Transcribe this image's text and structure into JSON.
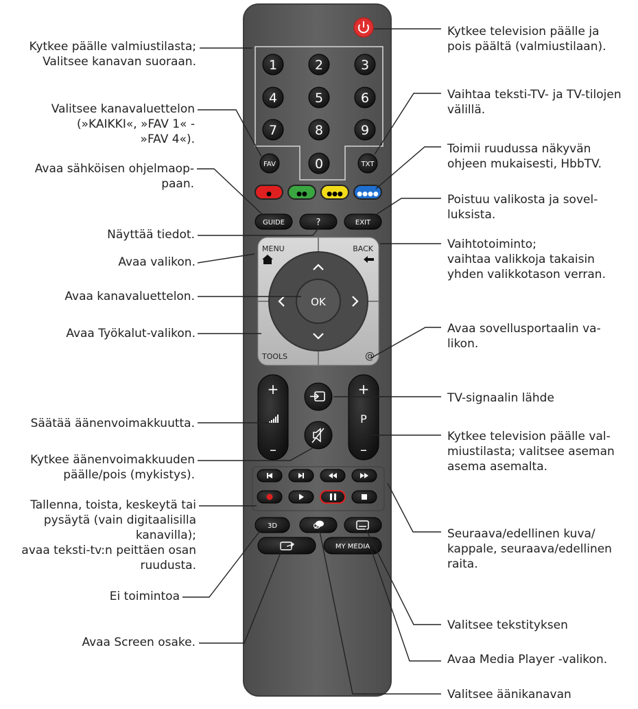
{
  "buttons": {
    "power": "⏻",
    "num1": "1",
    "num2": "2",
    "num3": "3",
    "num4": "4",
    "num5": "5",
    "num6": "6",
    "num7": "7",
    "num8": "8",
    "num9": "9",
    "num0": "0",
    "fav": "FAV",
    "txt": "TXT",
    "red": "●",
    "green": "●●",
    "yellow": "●●●",
    "blue": "●●●●",
    "guide": "GUIDE",
    "info": "?",
    "exit": "EXIT",
    "menu": "MENU",
    "back": "BACK",
    "tools": "TOOLS",
    "at": "@",
    "ok": "OK",
    "vol_plus": "+",
    "vol_minus": "–",
    "p_plus": "+",
    "p_label": "P",
    "p_minus": "–",
    "three_d": "3D",
    "my_media": "MY MEDIA"
  },
  "labels": {
    "standby_numbers": "Kytkee päälle valmiustilasta;\nValitsee kanavan suoraan.",
    "fav_list": "Valitsee kanavaluettelon\n(»KAIKKI«, »FAV 1« -\n»FAV 4«).",
    "epg": "Avaa sähköisen ohjelmaop-\npaan.",
    "info": "Näyttää tiedot.",
    "menu": "Avaa valikon.",
    "ok": "Avaa kanavaluettelon.",
    "tools": "Avaa Työkalut-valikon.",
    "volume": "Säätää äänenvoimakkuutta.",
    "mute": "Kytkee äänenvoimakkuuden\npäälle/pois (mykistys).",
    "record": "Tallenna, toista, keskeytä tai\npysäytä (vain digitaalisilla\nkanavilla);\navaa teksti-tv:n peittäen osan\nruudusta.",
    "no_function": "Ei toimintoa",
    "screen_share": "Avaa Screen osake.",
    "power": "Kytkee television päälle ja\npois päältä (valmiustilaan).",
    "txt": "Vaihtaa teksti-TV- ja TV-tilojen\nvälillä.",
    "colors": "Toimii ruudussa näkyvän\nohjeen mukaisesti, HbbTV.",
    "exit": "Poistuu valikosta ja sovel-\nluksista.",
    "back": "Vaihtotoiminto;\nvaihtaa valikkoja takaisin\nyhden valikkotason verran.",
    "portal": "Avaa sovellusportaalin va-\nlikon.",
    "source": "TV-signaalin lähde",
    "program": "Kytkee television päälle val-\nmiustilasta; valitsee aseman\nasema asemalta.",
    "playback": "Seuraava/edellinen kuva/\nkappale, seuraava/edellinen\nraita.",
    "subtitles": "Valitsee tekstityksen",
    "media_player": "Avaa Media Player -valikon.",
    "audio": "Valitsee äänikanavan"
  },
  "colors": {
    "remote_body": "#5a5a5a",
    "remote_dark": "#2b2b2b",
    "power_red": "#e03030",
    "red": "#e02020",
    "green": "#3aa640",
    "yellow": "#f2dc1a",
    "blue": "#1f6fd0",
    "dpad_light": "#c9c9c9",
    "record_accent": "#e02020"
  }
}
